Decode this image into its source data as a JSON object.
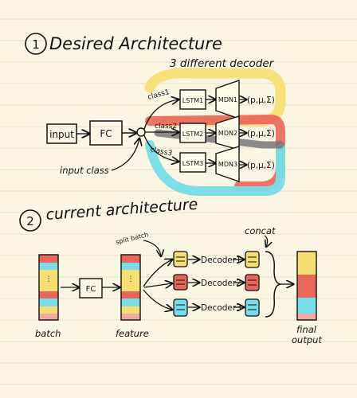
{
  "section1": {
    "number": "1",
    "title": "Desired Architecture",
    "subtitle": "3 different decoder",
    "input": "input",
    "fc": "FC",
    "input_class": "input class",
    "classes": [
      "class1",
      "class2",
      "class3"
    ],
    "lstm": [
      "LSTM1",
      "LSTM2",
      "LSTM3"
    ],
    "mdn": [
      "MDN1",
      "MDN2",
      "MDN3"
    ],
    "outputs": [
      "(p,μ,Σ)",
      "(p,μ,Σ)",
      "(p,μ,Σ)"
    ],
    "colors": {
      "decoder1": "#f7df74",
      "decoder2": "#e8675a",
      "decoder3": "#78dde6",
      "bypass": "#777777"
    }
  },
  "section2": {
    "number": "2",
    "title": "current architecture",
    "split_batch": "split batch",
    "concat": "concat",
    "fc": "FC",
    "batch": "batch",
    "feature": "feature",
    "decoders": [
      "Decoder1",
      "Decoder2",
      "Decoder3"
    ],
    "final_output_line1": "final",
    "final_output_line2": "output",
    "colors": {
      "yellow": "#f7df74",
      "red": "#e8675a",
      "cyan": "#78dde6",
      "pink": "#f4a9a0"
    }
  }
}
